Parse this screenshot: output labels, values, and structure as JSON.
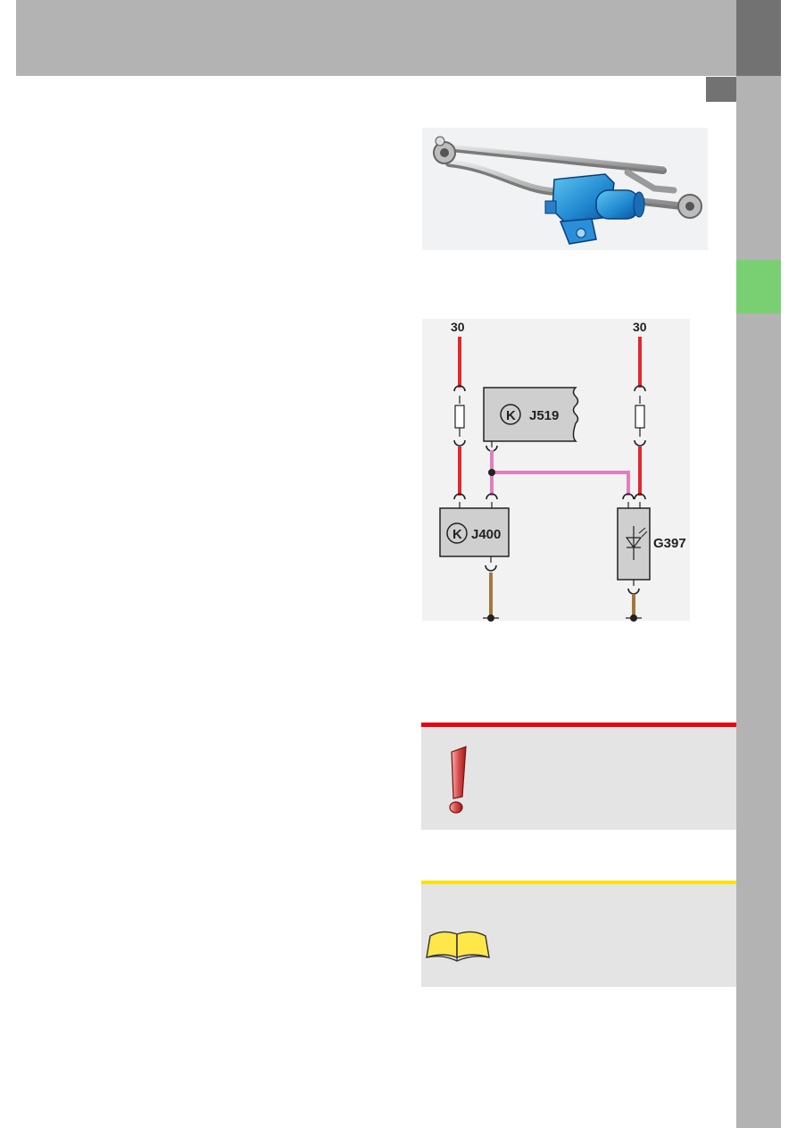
{
  "page": {
    "accent_colors": {
      "header": "#b3b3b3",
      "tab": "#727272",
      "section_tab": "#79d073",
      "warning": "#e30613",
      "reference": "#ffe000"
    }
  },
  "figure_photo": {
    "description_icon": "wiper-motor-linkage-image"
  },
  "circuit": {
    "terminal_left": "30",
    "terminal_right": "30",
    "module_j519": "J519",
    "module_j400": "J400",
    "sensor_g397": "G397",
    "wire_colors": {
      "supply": "#e5262c",
      "signal": "#e07ec0",
      "ground": "#a4773c"
    }
  },
  "notes": {
    "warning_icon": "exclamation-icon",
    "reference_icon": "open-book-icon"
  }
}
